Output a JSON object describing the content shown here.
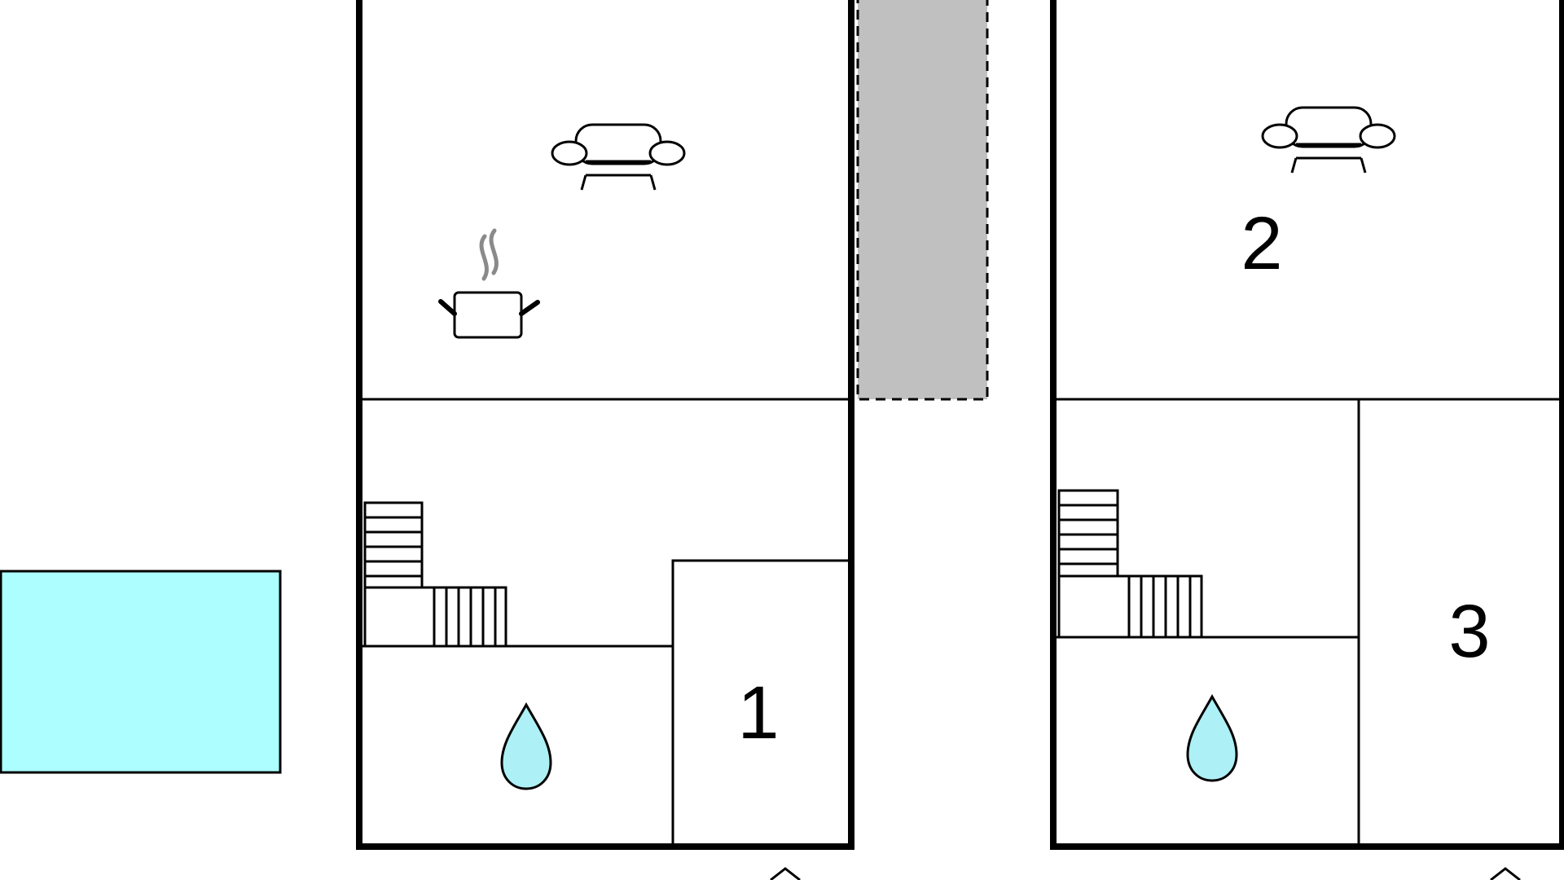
{
  "colors": {
    "wall": "#000000",
    "background": "#ffffff",
    "pool": "#adffff",
    "water": "#adf0f5",
    "terrace": "#c0c0c0",
    "steam": "#8a8a8a"
  },
  "plan": {
    "pool": {
      "icon": "pool-icon"
    },
    "left_unit": {
      "living_icon": "sofa-icon",
      "kitchen_icon": "cooking-pot-icon",
      "bathroom_icon": "water-drop-icon",
      "stairs_icon": "staircase-icon",
      "bedroom_label": "1"
    },
    "terrace": {
      "icon": "terrace-area"
    },
    "right_unit": {
      "living_icon": "sofa-icon",
      "living_label": "2",
      "bathroom_icon": "water-drop-icon",
      "stairs_icon": "staircase-icon",
      "bedroom_label": "3"
    },
    "entrance_icons": [
      "entrance-arrow-icon",
      "entrance-arrow-icon"
    ]
  }
}
